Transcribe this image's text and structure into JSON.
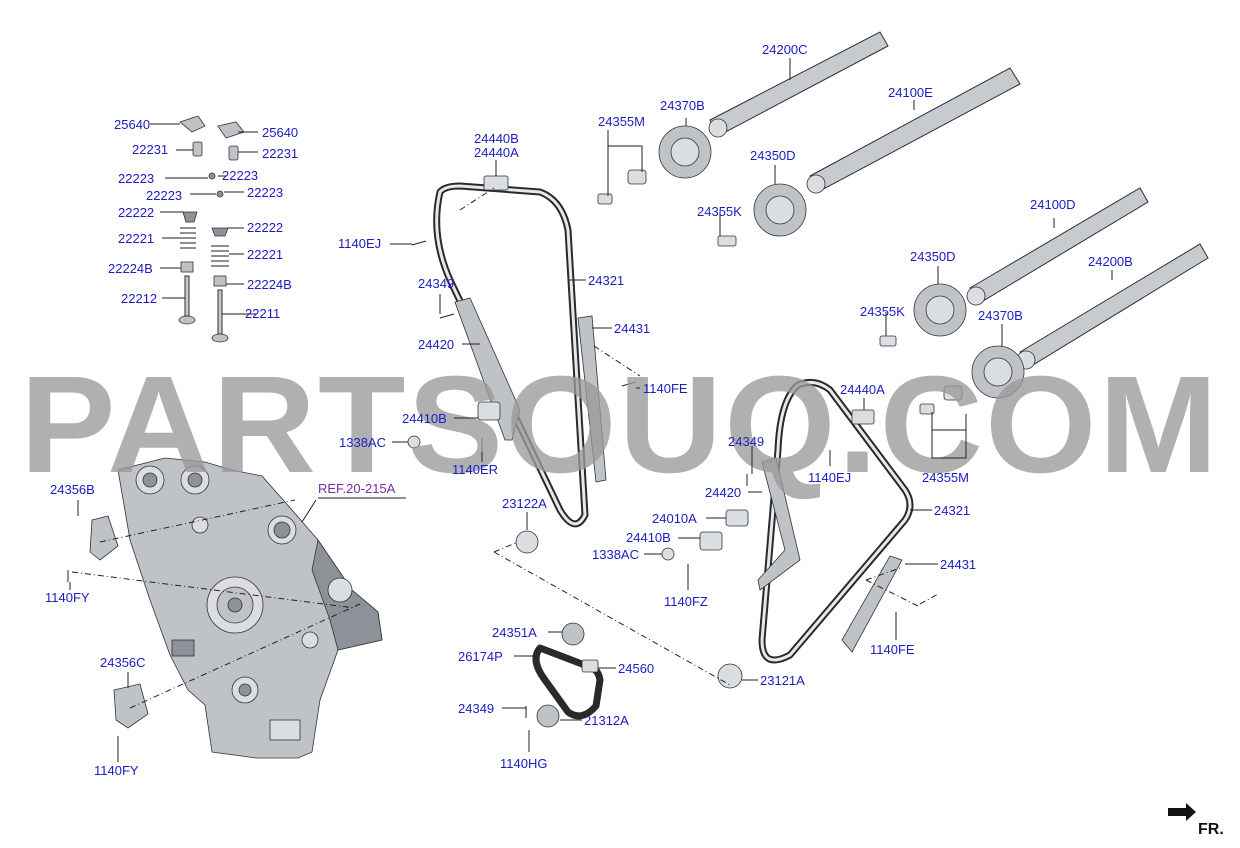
{
  "watermark": "PARTSOUQ.COM",
  "direction_label": "FR.",
  "ref_label": "REF.20-215A",
  "labels": {
    "l25640a": "25640",
    "l25640b": "25640",
    "l22231a": "22231",
    "l22231b": "22231",
    "l22223a": "22223",
    "l22223b": "22223",
    "l22223c": "22223",
    "l22223d": "22223",
    "l22222a": "22222",
    "l22222b": "22222",
    "l22221a": "22221",
    "l22221b": "22221",
    "l22224Ba": "22224B",
    "l22224Bb": "22224B",
    "l22212": "22212",
    "l22211": "22211",
    "l24440B": "24440B",
    "l24440A_top": "24440A",
    "l1140EJa": "1140EJ",
    "l24321a": "24321",
    "l24349a": "24349",
    "l24431a": "24431",
    "l24420a": "24420",
    "l1140FEa": "1140FE",
    "l24410Ba": "24410B",
    "l1338ACa": "1338AC",
    "l1140ER": "1140ER",
    "l23122A": "23122A",
    "l24355Ma": "24355M",
    "l24370Ba": "24370B",
    "l24200C": "24200C",
    "l24100E": "24100E",
    "l24350Da": "24350D",
    "l24355Ka": "24355K",
    "l24100D": "24100D",
    "l24350Db": "24350D",
    "l24200B": "24200B",
    "l24355Kb": "24355K",
    "l24370Bb": "24370B",
    "l24440Ab": "24440A",
    "l24349b": "24349",
    "l1140EJb": "1140EJ",
    "l24355Mb": "24355M",
    "l24420b": "24420",
    "l24321b": "24321",
    "l24010A": "24010A",
    "l24410Bb": "24410B",
    "l1338ACb": "1338AC",
    "l24431b": "24431",
    "l1140FZ": "1140FZ",
    "l1140FEb": "1140FE",
    "l24356B": "24356B",
    "l1140FYa": "1140FY",
    "l24351A": "24351A",
    "l26174P": "26174P",
    "l24560": "24560",
    "l23121A": "23121A",
    "l24356C": "24356C",
    "l24349c": "24349",
    "l21312A": "21312A",
    "l1140FYb": "1140FY",
    "l1140HG": "1140HG"
  }
}
